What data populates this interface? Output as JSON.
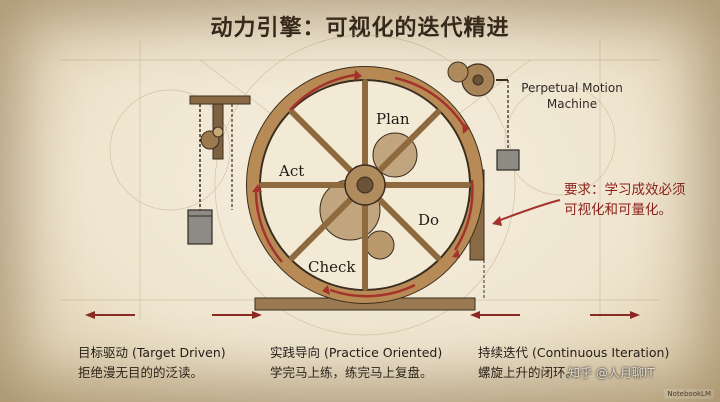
{
  "title": "动力引擎：可视化的迭代精进",
  "wheel": {
    "spokes_label_plan": "Plan",
    "spokes_label_do": "Do",
    "spokes_label_check": "Check",
    "spokes_label_act": "Act"
  },
  "machine_label_line1": "Perpetual Motion",
  "machine_label_line2": "Machine",
  "note": {
    "line1": "要求：学习成效必须",
    "line2": "可视化和可量化。"
  },
  "columns": [
    {
      "heading": "目标驱动 (Target Driven)",
      "body": "拒绝漫无目的的泛读。"
    },
    {
      "heading": "实践导向 (Practice Oriented)",
      "body": "学完马上练，练完马上复盘。"
    },
    {
      "heading": "持续迭代 (Continuous Iteration)",
      "body": "螺旋上升的闭环。"
    }
  ],
  "watermark": "知乎 @人月聊IT",
  "badge": "NotebookLM",
  "colors": {
    "arrow_red": "#a3332b",
    "ink": "#2a2118",
    "wood": "#b88a55"
  }
}
